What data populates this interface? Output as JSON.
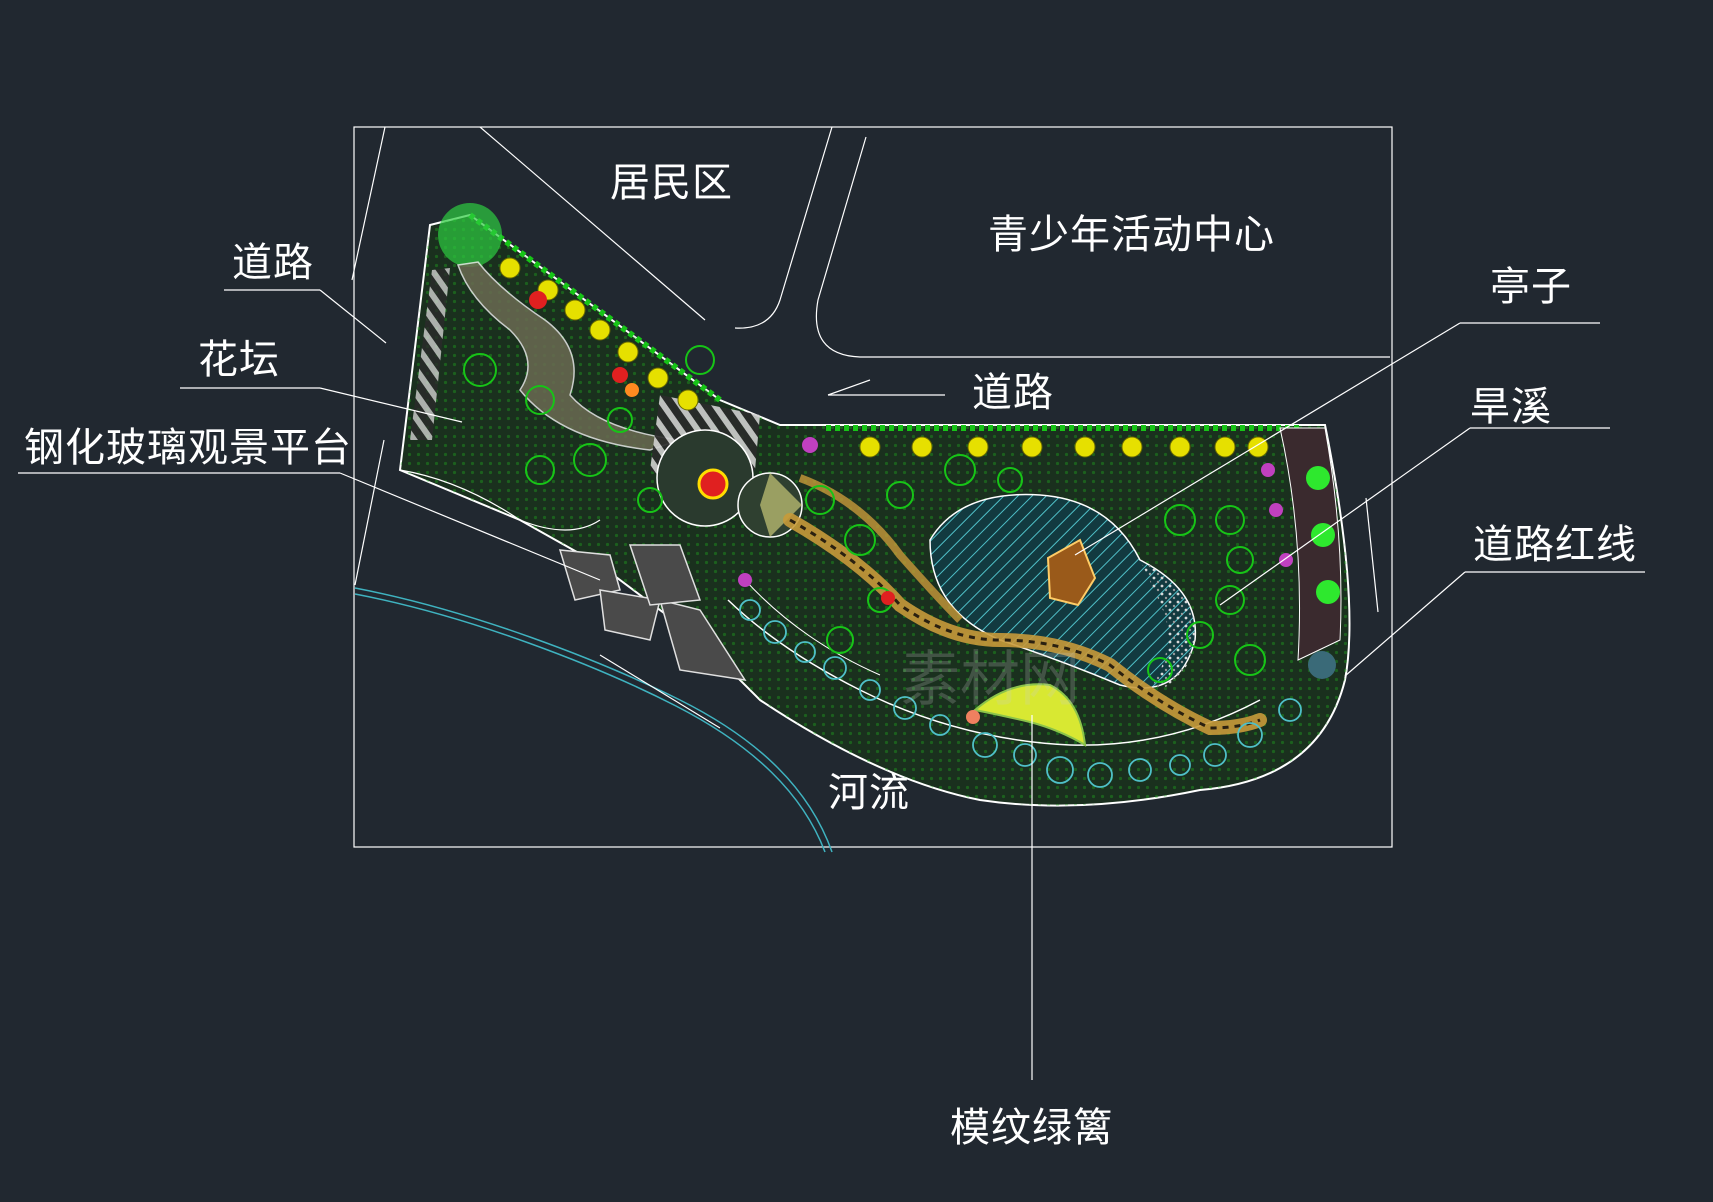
{
  "labels": {
    "residential": "居民区",
    "youth_center": "青少年活动中心",
    "road_left": "道路",
    "flower_bed": "花坛",
    "glass_platform": "钢化玻璃观景平台",
    "road_mid": "道路",
    "pavilion": "亭子",
    "dry_creek": "旱溪",
    "red_line": "道路红线",
    "river": "河流",
    "pattern_hedge": "模纹绿篱"
  },
  "watermark": "素材网",
  "colors": {
    "background": "#212830",
    "lines": "#ffffff",
    "green": "#17c417",
    "yellow": "#e6e000",
    "river": "#3fb3c0",
    "path": "#c89a3a"
  }
}
